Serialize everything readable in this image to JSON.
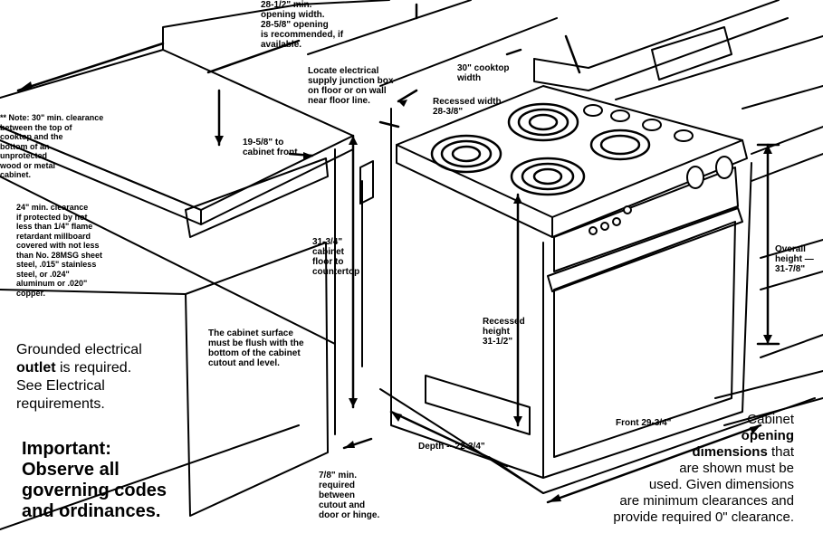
{
  "labels": {
    "opening_width": "28-1/2\" min.\nopening width.\n28-5/8\" opening\nis recommended, if\navailable.",
    "junction_box": "Locate electrical\nsupply junction box\non floor or on wall\nnear floor line.",
    "cooktop_width": "30\" cooktop\nwidth",
    "recessed_width": "Recessed width\n28-3/8\"",
    "cabinet_front": "19-5/8\" to\ncabinet front",
    "cabinet_floor": "31-3/4\"\ncabinet\nfloor to\ncountertop",
    "recessed_height": "Recessed\nheight\n31-1/2\"",
    "overall_height": "Overall\nheight —\n31-7/8\"",
    "front": "Front  29-3/4\"",
    "depth": "Depth -- 22-3/4\"",
    "hinge_clearance": "7/8\" min.\nrequired\nbetween\ncutout and\ndoor or hinge.",
    "cabinet_surface": "The cabinet surface\nmust be flush with the\nbottom of the cabinet\ncutout and level."
  },
  "notes": {
    "note_30": "** Note: 30\" min. clearance\nbetween the top of\ncooktop and the\nbottom of an\nunprotected\nwood or metal\ncabinet.",
    "note_24": "24\" min. clearance\nif protected by not\nless than 1/4\" flame\nretardant millboard\ncovered with not less\nthan No. 28MSG sheet\nsteel, .015\" stainless\nsteel, or .024\"\naluminum or .020\"\ncopper."
  },
  "outlet": {
    "bold1": "Grounded electrical",
    "bold2": "outlet",
    "rest": " is required.\nSee Electrical\nrequirements."
  },
  "important": "Important:\nObserve all\ngoverning codes\nand ordinances.",
  "cabinet_opening": {
    "line1": "Cabinet",
    "bold": "opening\ndimensions",
    "rest": " that\nare shown must be\nused.  Given dimensions\nare minimum clearances and\nprovide required 0\" clearance."
  }
}
